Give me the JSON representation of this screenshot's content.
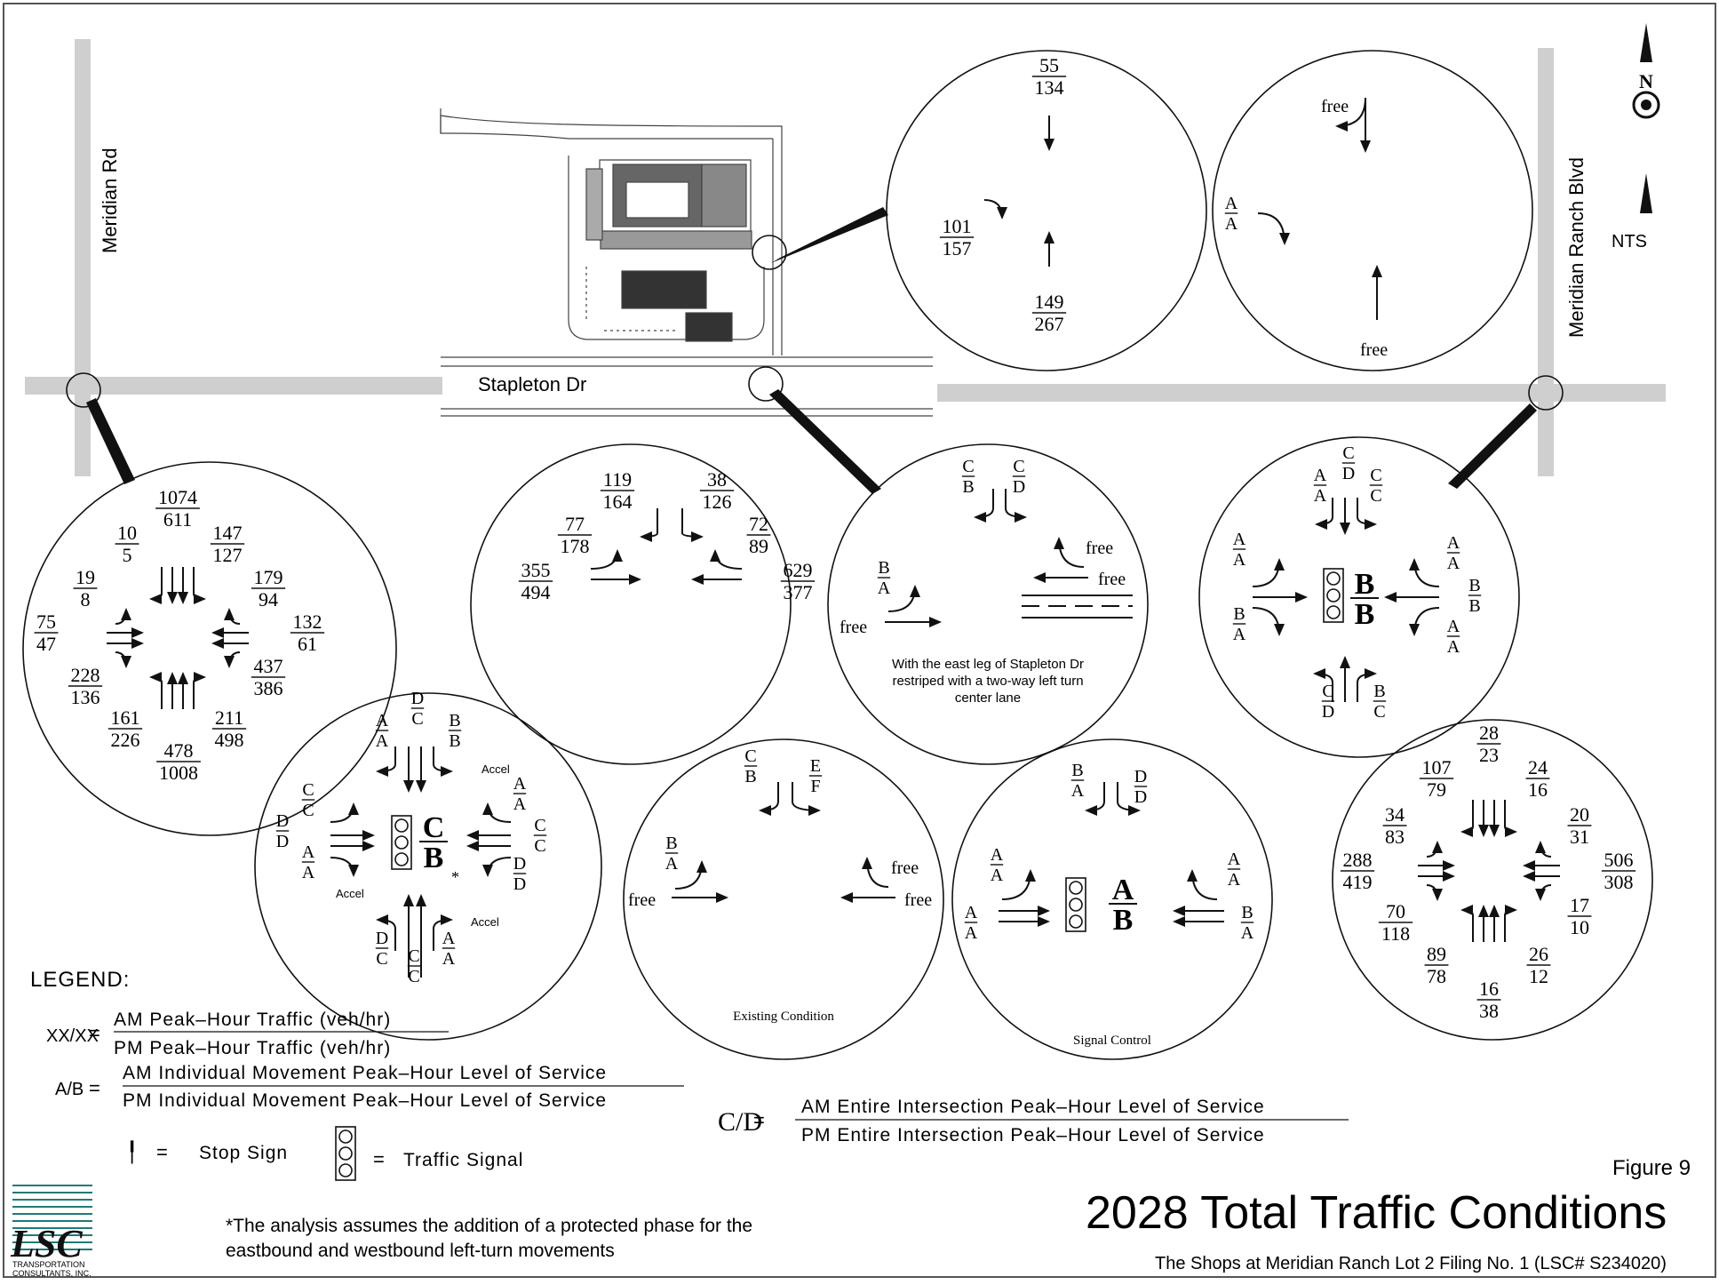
{
  "roads": {
    "meridian_rd": "Meridian Rd",
    "stapleton_dr": "Stapleton Dr",
    "meridian_ranch_blvd": "Meridian Ranch Blvd"
  },
  "north_arrow": {
    "letter": "N",
    "scale": "NTS"
  },
  "site_plan_note": "",
  "intersections": {
    "meridian_volumes": {
      "sb": [
        "1074/611",
        "10/5",
        "147/127"
      ],
      "eb": [
        "19/8",
        "75/47",
        "228/136"
      ],
      "wb": [
        "179/94",
        "132/61",
        "437/386"
      ],
      "nb": [
        "161/226",
        "478/1008",
        "211/498"
      ]
    },
    "meridian_los": {
      "overall": [
        "C",
        "B"
      ],
      "sb": [
        "A/A",
        "D/C",
        "B/B"
      ],
      "eb": [
        "C/C",
        "D/D",
        "A/A"
      ],
      "wb": [
        "A/A",
        "C/C",
        "D/D"
      ],
      "nb": [
        "D/C",
        "C/C",
        "A/A"
      ],
      "accel_labels": [
        "Accel",
        "Accel",
        "Accel"
      ],
      "asterisk": "*"
    },
    "access_volumes": {
      "sb": [
        "55/134"
      ],
      "eb": [
        "101/157"
      ],
      "nb": [
        "149/267"
      ]
    },
    "access_los": {
      "eb_left": "A/A",
      "free_sb": "free",
      "free_nb": "free"
    },
    "stapleton_volumes": {
      "sb": [
        "119/164",
        "38/126"
      ],
      "eb": [
        "77/178",
        "355/494"
      ],
      "wb": [
        "72/89",
        "629/377"
      ]
    },
    "stapleton_los": {
      "sb": [
        "C/B",
        "C/D"
      ],
      "eb": "B/A",
      "free_labels": [
        "free",
        "free",
        "free"
      ],
      "note": "With the east leg of Stapleton Dr restriped with a two-way left turn center lane"
    },
    "stapleton_existing": {
      "sb": [
        "C/B",
        "E/F"
      ],
      "eb": "B/A",
      "free_labels": [
        "free",
        "free",
        "free"
      ],
      "caption": "Existing Condition"
    },
    "stapleton_signal": {
      "sb": [
        "B/A",
        "D/D"
      ],
      "eb": [
        "A/A",
        "A/A"
      ],
      "wb": [
        "A/A",
        "B/A"
      ],
      "overall": [
        "A",
        "B"
      ],
      "caption": "Signal Control"
    },
    "mrb_los": {
      "overall": [
        "B",
        "B"
      ],
      "sb": [
        "A/A",
        "C/D",
        "C/C"
      ],
      "eb": [
        "A/A",
        "B/A"
      ],
      "wb": [
        "A/A",
        "B/B",
        "A/A"
      ],
      "nb": [
        "C/D",
        "B/C"
      ]
    },
    "mrb_volumes": {
      "sb": [
        "107/79",
        "28/23",
        "24/16"
      ],
      "eb": [
        "34/83",
        "288/419",
        "70/118"
      ],
      "wb": [
        "20/31",
        "506/308",
        "17/10"
      ],
      "nb": [
        "89/78",
        "16/38",
        "26/12"
      ]
    }
  },
  "legend": {
    "title": "LEGEND:",
    "volume_key": "XX/XX",
    "volume_am": "AM Peak–Hour Traffic (veh/hr)",
    "volume_pm": "PM Peak–Hour Traffic (veh/hr)",
    "los_key": "A/B",
    "los_am": "AM Individual Movement Peak–Hour Level of Service",
    "los_pm": "PM Individual Movement Peak–Hour Level of Service",
    "stop_sign": "Stop Sign",
    "traffic_signal": "Traffic Signal",
    "overall_key": "C/D",
    "overall_am": "AM Entire Intersection Peak–Hour Level of Service",
    "overall_pm": "PM Entire Intersection Peak–Hour Level of Service",
    "equals": "="
  },
  "footnote": {
    "line1": "*The analysis assumes the addition of a protected phase for the",
    "line2": "eastbound and westbound left-turn movements"
  },
  "logo": {
    "letters": "LSC",
    "line1": "TRANSPORTATION",
    "line2": "CONSULTANTS, INC."
  },
  "figure": {
    "number": "Figure 9",
    "title": "2028 Total Traffic Conditions",
    "subtitle": "The Shops at Meridian Ranch Lot 2 Filing No. 1 (LSC# S234020)"
  }
}
